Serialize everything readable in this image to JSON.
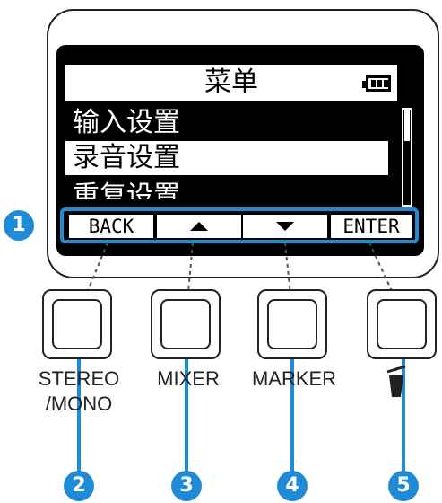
{
  "screen": {
    "title": "菜单",
    "battery_icon": "battery-full-icon",
    "menu_items": [
      {
        "label": "输入设置",
        "selected": false
      },
      {
        "label": "录音设置",
        "selected": true
      },
      {
        "label": "重复设置",
        "selected": false
      }
    ],
    "function_keys": [
      {
        "label": "BACK"
      },
      {
        "label": "",
        "icon": "up-triangle-icon"
      },
      {
        "label": "",
        "icon": "down-triangle-icon"
      },
      {
        "label": "ENTER"
      }
    ]
  },
  "callouts": [
    "1",
    "2",
    "3",
    "4",
    "5"
  ],
  "buttons": [
    {
      "label_line1": "STEREO",
      "label_line2": "/MONO"
    },
    {
      "label_line1": "MIXER",
      "label_line2": ""
    },
    {
      "label_line1": "MARKER",
      "label_line2": ""
    },
    {
      "label_line1": "",
      "label_line2": "",
      "icon": "trash-icon"
    }
  ],
  "colors": {
    "accent": "#1f8bd6",
    "lcd": "#000000",
    "outline": "#222222"
  }
}
